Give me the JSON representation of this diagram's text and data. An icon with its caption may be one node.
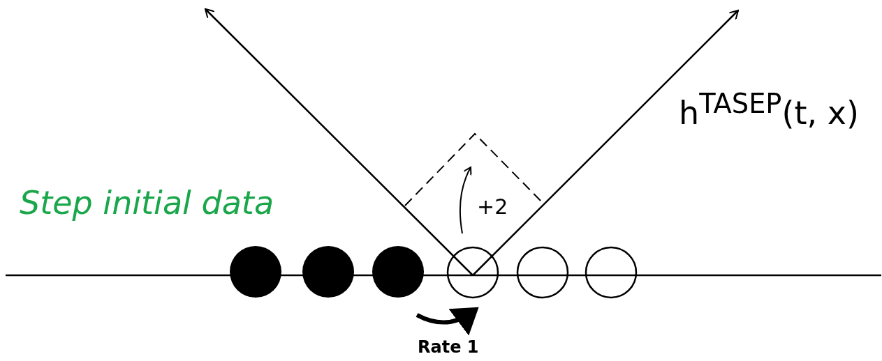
{
  "diagram": {
    "labels": [
      "h$^{TASEP}$(t, x)",
      "Step initial data",
      "+2",
      "Rate 1"
    ]
  }
}
